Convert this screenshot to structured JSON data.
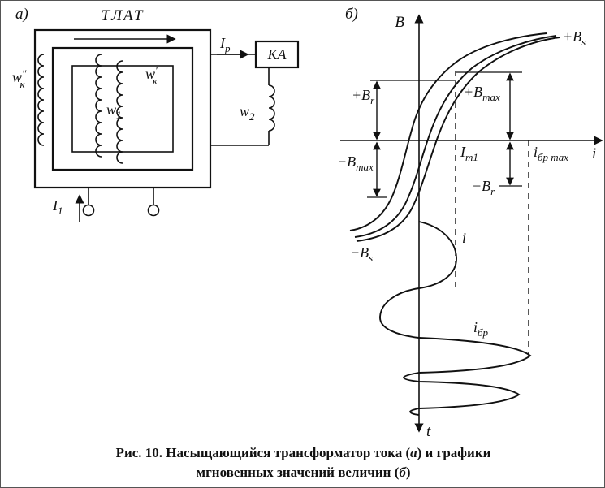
{
  "panel_a": {
    "panel_label": "а)",
    "device_label": "ТЛАТ",
    "relay_label": "КА",
    "winding_wk_outer": {
      "main": "w",
      "sup": "″",
      "sub": "к"
    },
    "winding_wk_inner": {
      "main": "w",
      "sup": "′",
      "sub": "к"
    },
    "winding_w1": {
      "main": "w",
      "sub": "1"
    },
    "winding_w2": {
      "main": "w",
      "sub": "2"
    },
    "current_ip": {
      "main": "I",
      "sub": "р"
    },
    "current_i1": {
      "main": "I",
      "sub": "1"
    }
  },
  "panel_b": {
    "panel_label": "б)",
    "axis_b": "B",
    "axis_i": "i",
    "axis_t": "t",
    "plus_bs": {
      "main": "+B",
      "sub": "s"
    },
    "minus_bs": {
      "main": "−B",
      "sub": "s"
    },
    "plus_br": {
      "main": "+B",
      "sub": "r"
    },
    "minus_br": {
      "main": "−B",
      "sub": "r"
    },
    "plus_bmax": {
      "main": "+B",
      "sub": "max"
    },
    "minus_bmax": {
      "main": "−B",
      "sub": "max"
    },
    "im1": {
      "main": "I",
      "sub": "m1"
    },
    "ibr_max": {
      "main": "i",
      "sub": "бр max"
    },
    "wave_i": "i",
    "wave_ibr": {
      "main": "i",
      "sub": "бр"
    }
  },
  "caption": {
    "l1a": "Рис. 10. Насыщающийся трансформатор тока (",
    "l1b": "а",
    "l1c": ") и графики",
    "l2a": "мгновенных значений величин (",
    "l2b": "б",
    "l2c": ")"
  },
  "colors": {
    "ink": "#111111",
    "paper": "#ffffff"
  }
}
